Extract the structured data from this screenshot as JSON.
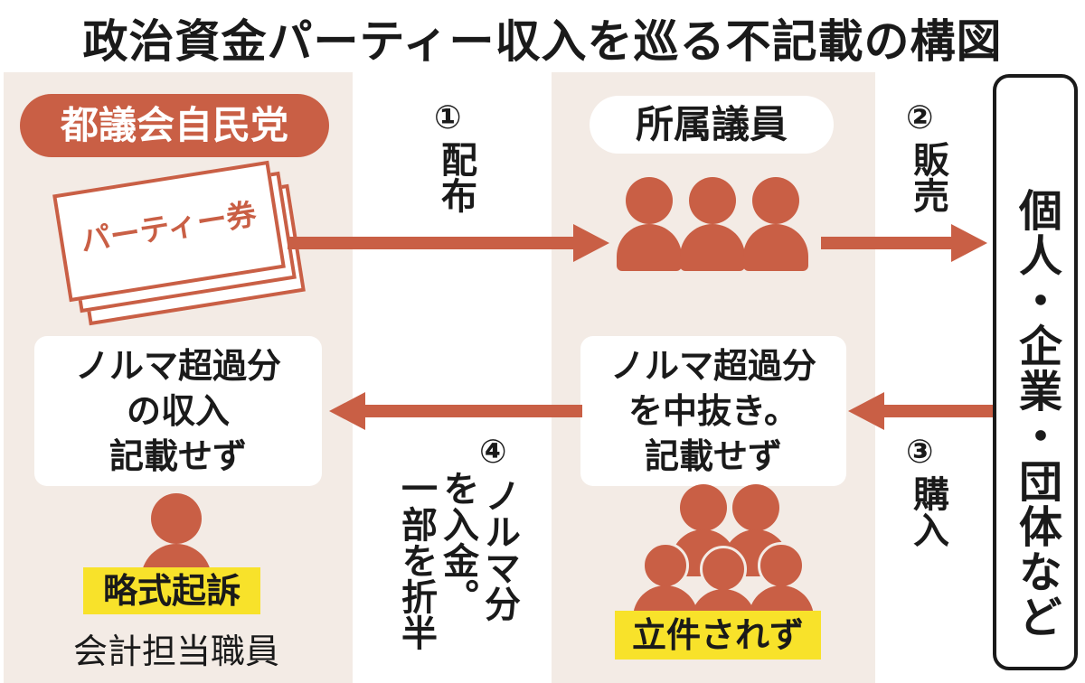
{
  "title": "政治資金パーティー収入を巡る不記載の構図",
  "colors": {
    "accent": "#c95f45",
    "panel": "#f3ebe5",
    "highlight": "#f8e22a"
  },
  "left": {
    "party_label": "都議会自民党",
    "ticket_label": "パーティー券",
    "box_lines": [
      "ノルマ超過分",
      "の収入",
      "記載せず"
    ],
    "indicted_label": "略式起訴",
    "staff_label": "会計担当職員"
  },
  "middle": {
    "members_label": "所属議員",
    "box_lines": [
      "ノルマ超過分",
      "を中抜き。",
      "記載せず"
    ],
    "not_charged_label": "立件されず"
  },
  "right": {
    "buyers_label": "個人・企業・団体など"
  },
  "steps": {
    "step1_num": "①",
    "step1_text": "配布",
    "step2_num": "②",
    "step2_text": "販売",
    "step3_num": "③",
    "step3_text": "購入",
    "step4_num": "④",
    "step4_col1": "ノルマ分",
    "step4_col2": "を入金。",
    "step4_col3": "一部を折半"
  },
  "icons": [
    "person-icon",
    "arrow-right-icon",
    "arrow-left-icon",
    "ticket-icon"
  ]
}
